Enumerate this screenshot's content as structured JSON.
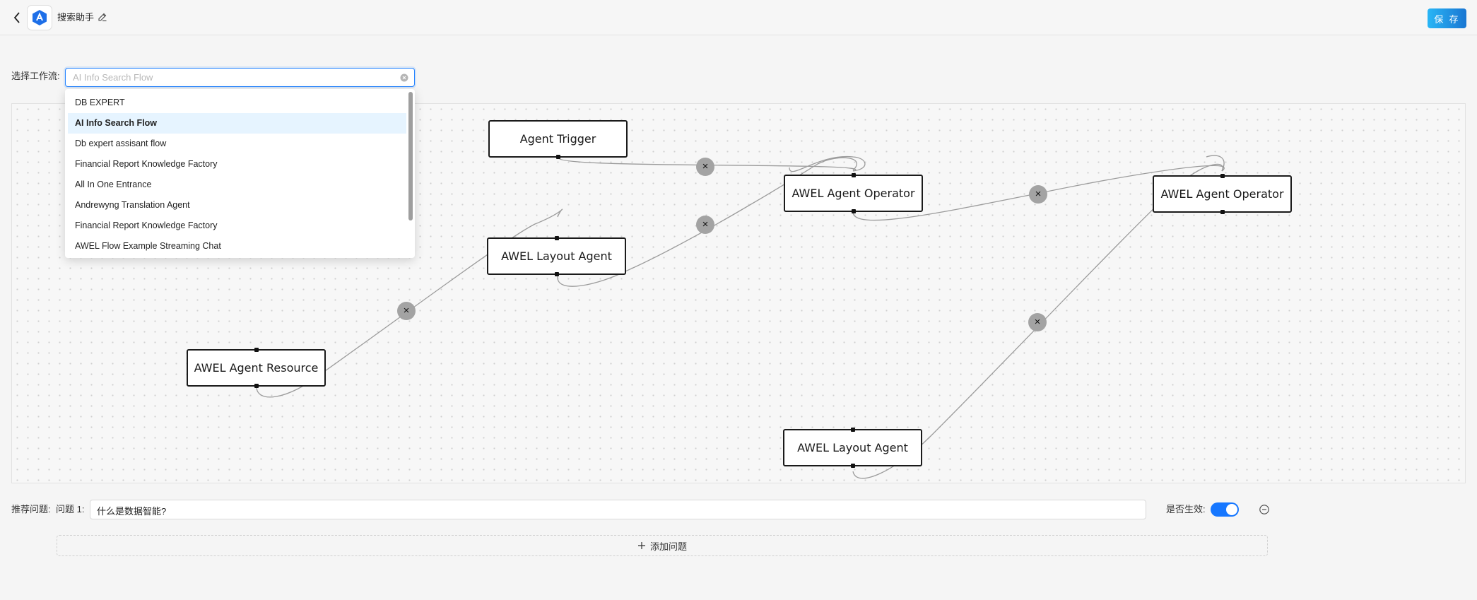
{
  "header": {
    "title": "搜索助手",
    "save_label": "保 存"
  },
  "flow_select": {
    "label": "选择工作流:",
    "value": "AI Info Search Flow",
    "options": [
      {
        "label": "DB EXPERT",
        "selected": false
      },
      {
        "label": "AI Info Search Flow",
        "selected": true
      },
      {
        "label": "Db expert assisant flow",
        "selected": false
      },
      {
        "label": "Financial Report Knowledge Factory",
        "selected": false
      },
      {
        "label": "All In One Entrance",
        "selected": false
      },
      {
        "label": "Andrewyng Translation Agent",
        "selected": false
      },
      {
        "label": "Financial Report Knowledge Factory",
        "selected": false
      },
      {
        "label": "AWEL Flow Example Streaming Chat",
        "selected": false
      }
    ]
  },
  "canvas": {
    "nodes": [
      {
        "id": "n1",
        "label": "Agent Trigger"
      },
      {
        "id": "n2",
        "label": "AWEL Agent Operator"
      },
      {
        "id": "n3",
        "label": "AWEL Agent Operator"
      },
      {
        "id": "n4",
        "label": "AWEL Layout Agent"
      },
      {
        "id": "n5",
        "label": "AWEL Agent Resource"
      },
      {
        "id": "n6",
        "label": "AWEL Layout Agent"
      }
    ],
    "edge_delete_symbol": "×"
  },
  "questions": {
    "label": "推荐问题:",
    "items": [
      {
        "number_label": "问题 1:",
        "value": "什么是数据智能?"
      }
    ],
    "active_label": "是否生效:",
    "active": true,
    "add_label": "添加问题"
  },
  "colors": {
    "accent": "#1677ff",
    "save_gradient_start": "#29b6f6",
    "save_gradient_end": "#1976d2",
    "selected_option_bg": "#e6f4ff"
  },
  "icons": [
    "back-arrow-icon",
    "app-logo-icon",
    "edit-icon",
    "clear-icon",
    "remove-circle-icon",
    "plus-icon",
    "close-icon"
  ]
}
